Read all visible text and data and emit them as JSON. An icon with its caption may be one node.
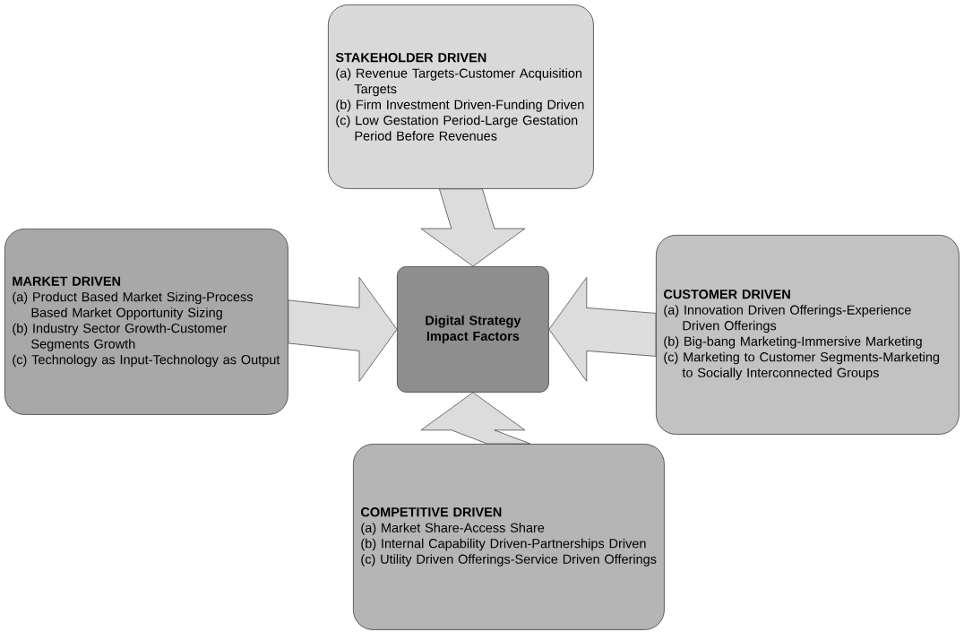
{
  "diagram": {
    "nodes": [
      {
        "text": [
          "STAKEHOLDER DRIVEN",
          "(a) Revenue Targets-Customer Acquisition Targets",
          "(b) Firm Investment Driven-Funding Driven",
          "(c) Low Gestation Period-Large Gestation Period Before Revenues"
        ]
      },
      {
        "text": [
          "MARKET DRIVEN",
          "(a) Product Based Market Sizing-Process Based Market Opportunity Sizing",
          "(b) Industry Sector Growth-Customer Segments Growth",
          "(c) Technology as Input-Technology as Output"
        ]
      },
      {
        "text": [
          "Digital Strategy Impact Factors"
        ]
      },
      {
        "text": [
          "CUSTOMER DRIVEN",
          "(a) Innovation Driven Offerings-Experience Driven Offerings",
          "(b) Big-bang Marketing-Immersive Marketing",
          "(c) Marketing to Customer Segments-Marketing to Socially Interconnected Groups"
        ]
      },
      {
        "text": [
          "COMPETITIVE DRIVEN",
          "(a) Market Share-Access Share",
          "(b) Internal Capability Driven-Partnerships Driven",
          "(c) Utility Driven Offerings-Service Driven Offerings"
        ]
      }
    ],
    "edges": [
      {
        "from": 0,
        "to": 2,
        "arrow": "to"
      },
      {
        "from": 1,
        "to": 2,
        "arrow": "to"
      },
      {
        "from": 3,
        "to": 2,
        "arrow": "to"
      },
      {
        "from": 4,
        "to": 2,
        "arrow": "to"
      }
    ]
  }
}
